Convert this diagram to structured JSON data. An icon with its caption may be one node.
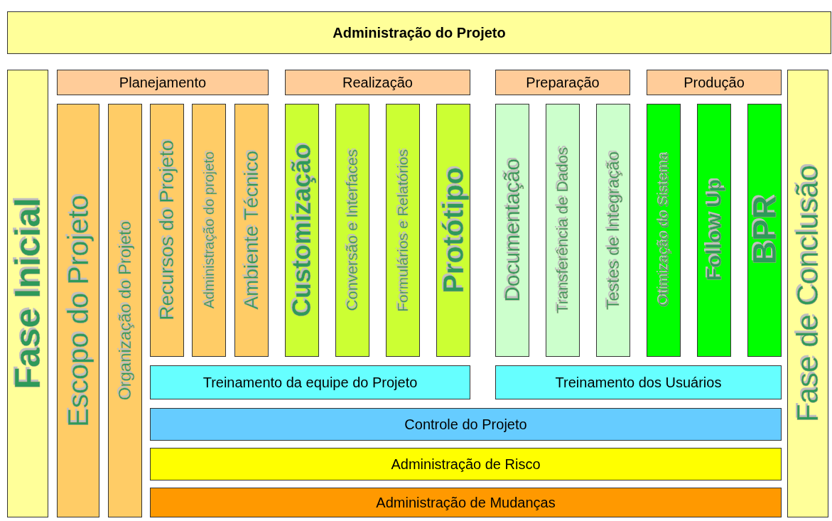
{
  "diagram": {
    "nodes": [
      {
        "text": [
          "Administração do Projeto"
        ]
      },
      {
        "text": [
          "Fase Inicial"
        ]
      },
      {
        "text": [
          "Planejamento"
        ]
      },
      {
        "text": [
          "Realização"
        ]
      },
      {
        "text": [
          "Preparação"
        ]
      },
      {
        "text": [
          "Produção"
        ]
      },
      {
        "text": [
          "Fase de Conclusão"
        ]
      },
      {
        "text": [
          "Escopo do Projeto"
        ]
      },
      {
        "text": [
          "Organização do Projeto"
        ]
      },
      {
        "text": [
          "Recursos do Projeto"
        ]
      },
      {
        "text": [
          "Administração do projeto"
        ]
      },
      {
        "text": [
          "Ambiente Técnico"
        ]
      },
      {
        "text": [
          "Customização"
        ]
      },
      {
        "text": [
          "Conversão e Interfaces"
        ]
      },
      {
        "text": [
          "Formulários e Relatórios"
        ]
      },
      {
        "text": [
          "Protótipo"
        ]
      },
      {
        "text": [
          "Documentação"
        ]
      },
      {
        "text": [
          "Transferência de Dados"
        ]
      },
      {
        "text": [
          "Testes de Integração"
        ]
      },
      {
        "text": [
          "Otimização do Sistema"
        ]
      },
      {
        "text": [
          "Follow Up"
        ]
      },
      {
        "text": [
          "BPR"
        ]
      },
      {
        "text": [
          "Treinamento da equipe do Projeto"
        ]
      },
      {
        "text": [
          "Treinamento dos Usuários"
        ]
      },
      {
        "text": [
          "Controle do Projeto"
        ]
      },
      {
        "text": [
          "Administração de Risco"
        ]
      },
      {
        "text": [
          "Administração de Mudanças"
        ]
      }
    ]
  }
}
